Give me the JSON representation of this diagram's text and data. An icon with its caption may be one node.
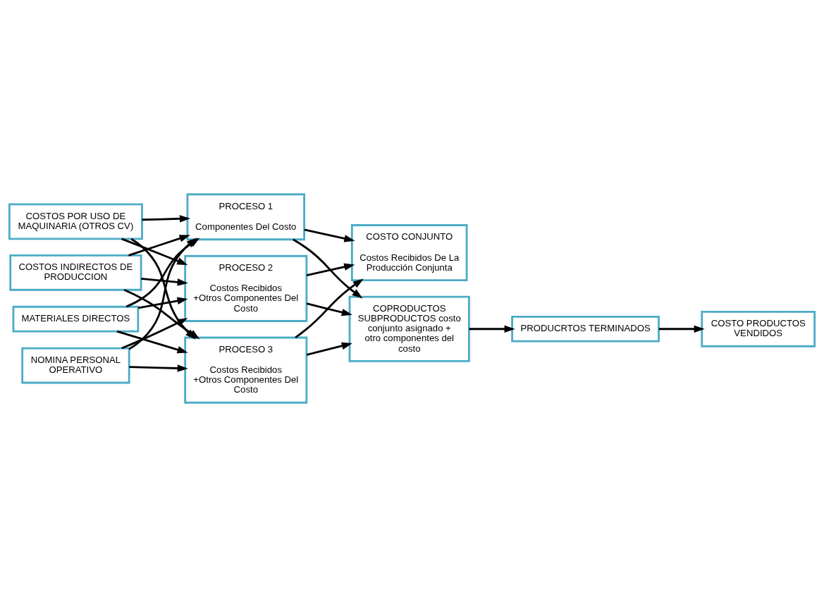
{
  "diagram": {
    "nodes": [
      {
        "text": [
          "MATERIALES DIRECTOS"
        ]
      },
      {
        "text": [
          "NOMINA PERSONAL OPERATIVO"
        ]
      },
      {
        "text": [
          "COSTOS POR USO DE MAQUINARIA (OTROS CV)"
        ]
      },
      {
        "text": [
          "COSTOS INDIRECTOS DE PRODUCCION"
        ]
      },
      {
        "text": [
          "PROCESO 1",
          "Componentes Del Costo"
        ]
      },
      {
        "text": [
          "PROCESO 2",
          "Costos Recibidos +Otros Componentes Del Costo"
        ]
      },
      {
        "text": [
          "PROCESO 3",
          "Costos Recibidos +Otros Componentes Del Costo"
        ]
      },
      {
        "text": [
          "COSTO CONJUNTO",
          "Costos Recibidos De La Producción Conjunta"
        ]
      },
      {
        "text": [
          "COPRODUCTOS SUBPRODUCTOS costo conjunto asignado + otro componentes del costo"
        ]
      },
      {
        "text": [
          "PRODUCRTOS TERMINADOS"
        ]
      },
      {
        "text": [
          "COSTO PRODUCTOS VENDIDOS"
        ]
      }
    ],
    "edges": [
      {
        "from": 0,
        "to": 4,
        "arrow": "to"
      },
      {
        "from": 0,
        "to": 5,
        "arrow": "to"
      },
      {
        "from": 0,
        "to": 6,
        "arrow": "to"
      },
      {
        "from": 1,
        "to": 4,
        "arrow": "to"
      },
      {
        "from": 1,
        "to": 5,
        "arrow": "to"
      },
      {
        "from": 1,
        "to": 6,
        "arrow": "to"
      },
      {
        "from": 2,
        "to": 4,
        "arrow": "to"
      },
      {
        "from": 2,
        "to": 5,
        "arrow": "to"
      },
      {
        "from": 2,
        "to": 6,
        "arrow": "to"
      },
      {
        "from": 3,
        "to": 4,
        "arrow": "to"
      },
      {
        "from": 3,
        "to": 5,
        "arrow": "to"
      },
      {
        "from": 3,
        "to": 6,
        "arrow": "to"
      },
      {
        "from": 4,
        "to": 7,
        "arrow": "to"
      },
      {
        "from": 4,
        "to": 8,
        "arrow": "to"
      },
      {
        "from": 5,
        "to": 7,
        "arrow": "to"
      },
      {
        "from": 5,
        "to": 8,
        "arrow": "to"
      },
      {
        "from": 6,
        "to": 7,
        "arrow": "to"
      },
      {
        "from": 6,
        "to": 8,
        "arrow": "to"
      },
      {
        "from": 8,
        "to": 9,
        "arrow": "to"
      },
      {
        "from": 9,
        "to": 10,
        "arrow": "to"
      }
    ]
  }
}
